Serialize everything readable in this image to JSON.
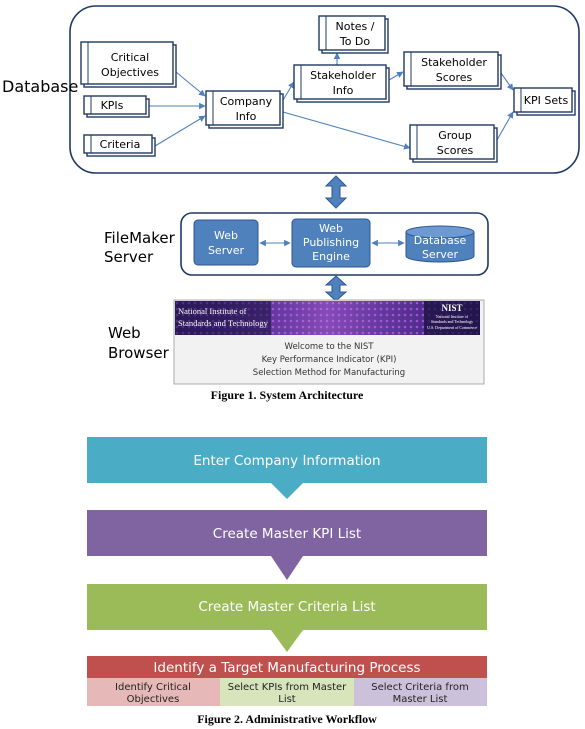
{
  "figure1": {
    "caption": "Figure 1. System Architecture",
    "database": {
      "label": "Database",
      "nodes": {
        "critical_objectives": [
          "Critical",
          "Objectives"
        ],
        "kpis": "KPIs",
        "criteria": "Criteria",
        "company_info": [
          "Company",
          "Info"
        ],
        "notes": [
          "Notes /",
          "To Do"
        ],
        "stakeholder_info": [
          "Stakeholder",
          "Info"
        ],
        "stakeholder_scores": [
          "Stakeholder",
          "Scores"
        ],
        "group_scores": [
          "Group",
          "Scores"
        ],
        "kpi_sets": "KPI Sets"
      }
    },
    "filemaker": {
      "label": [
        "FileMaker",
        "Server"
      ],
      "web_server": [
        "Web",
        "Server"
      ],
      "publishing_engine": [
        "Web",
        "Publishing",
        "Engine"
      ],
      "database_server": [
        "Database",
        "Server"
      ]
    },
    "browser": {
      "label": [
        "Web",
        "Browser"
      ],
      "banner_left": [
        "National Institute of",
        "Standards and Technology"
      ],
      "banner_right": [
        "NIST",
        "National Institute of",
        "Standards and Technology",
        "U.S. Department of Commerce"
      ],
      "welcome": [
        "Welcome to the NIST",
        "Key Performance Indicator (KPI)",
        "Selection Method for Manufacturing"
      ]
    }
  },
  "figure2": {
    "caption": "Figure 2. Administrative Workflow",
    "steps": [
      {
        "label": "Enter Company Information",
        "color": "#4bacc6"
      },
      {
        "label": "Create Master KPI List",
        "color": "#8064a2"
      },
      {
        "label": "Create Master Criteria List",
        "color": "#9bbb59"
      },
      {
        "label": "Identify a Target Manufacturing Process",
        "color": "#c0504d"
      }
    ],
    "substeps": [
      {
        "label": [
          "Identify Critical",
          "Objectives"
        ],
        "color": "#e6b9b8"
      },
      {
        "label": [
          "Select KPIs from Master",
          "List"
        ],
        "color": "#d8e4bc"
      },
      {
        "label": [
          "Select Criteria from",
          "Master List"
        ],
        "color": "#ccc1da"
      }
    ]
  }
}
